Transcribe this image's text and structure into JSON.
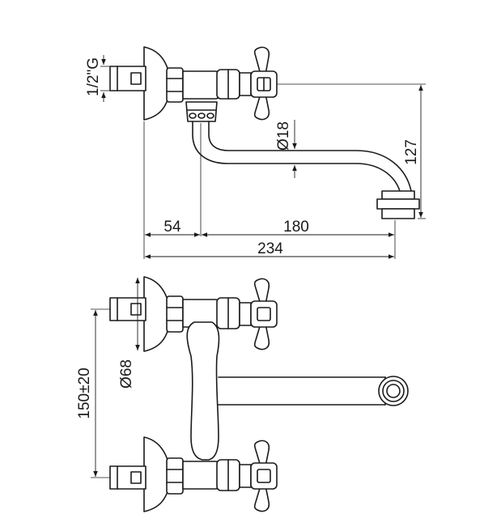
{
  "dimensions": {
    "thread": "1/2\"G",
    "spout_diameter": "Ø18",
    "spout_height": "127",
    "wall_offset": "54",
    "spout_reach": "180",
    "total_length": "234",
    "centers": "150±20",
    "flange_diameter": "Ø68"
  }
}
